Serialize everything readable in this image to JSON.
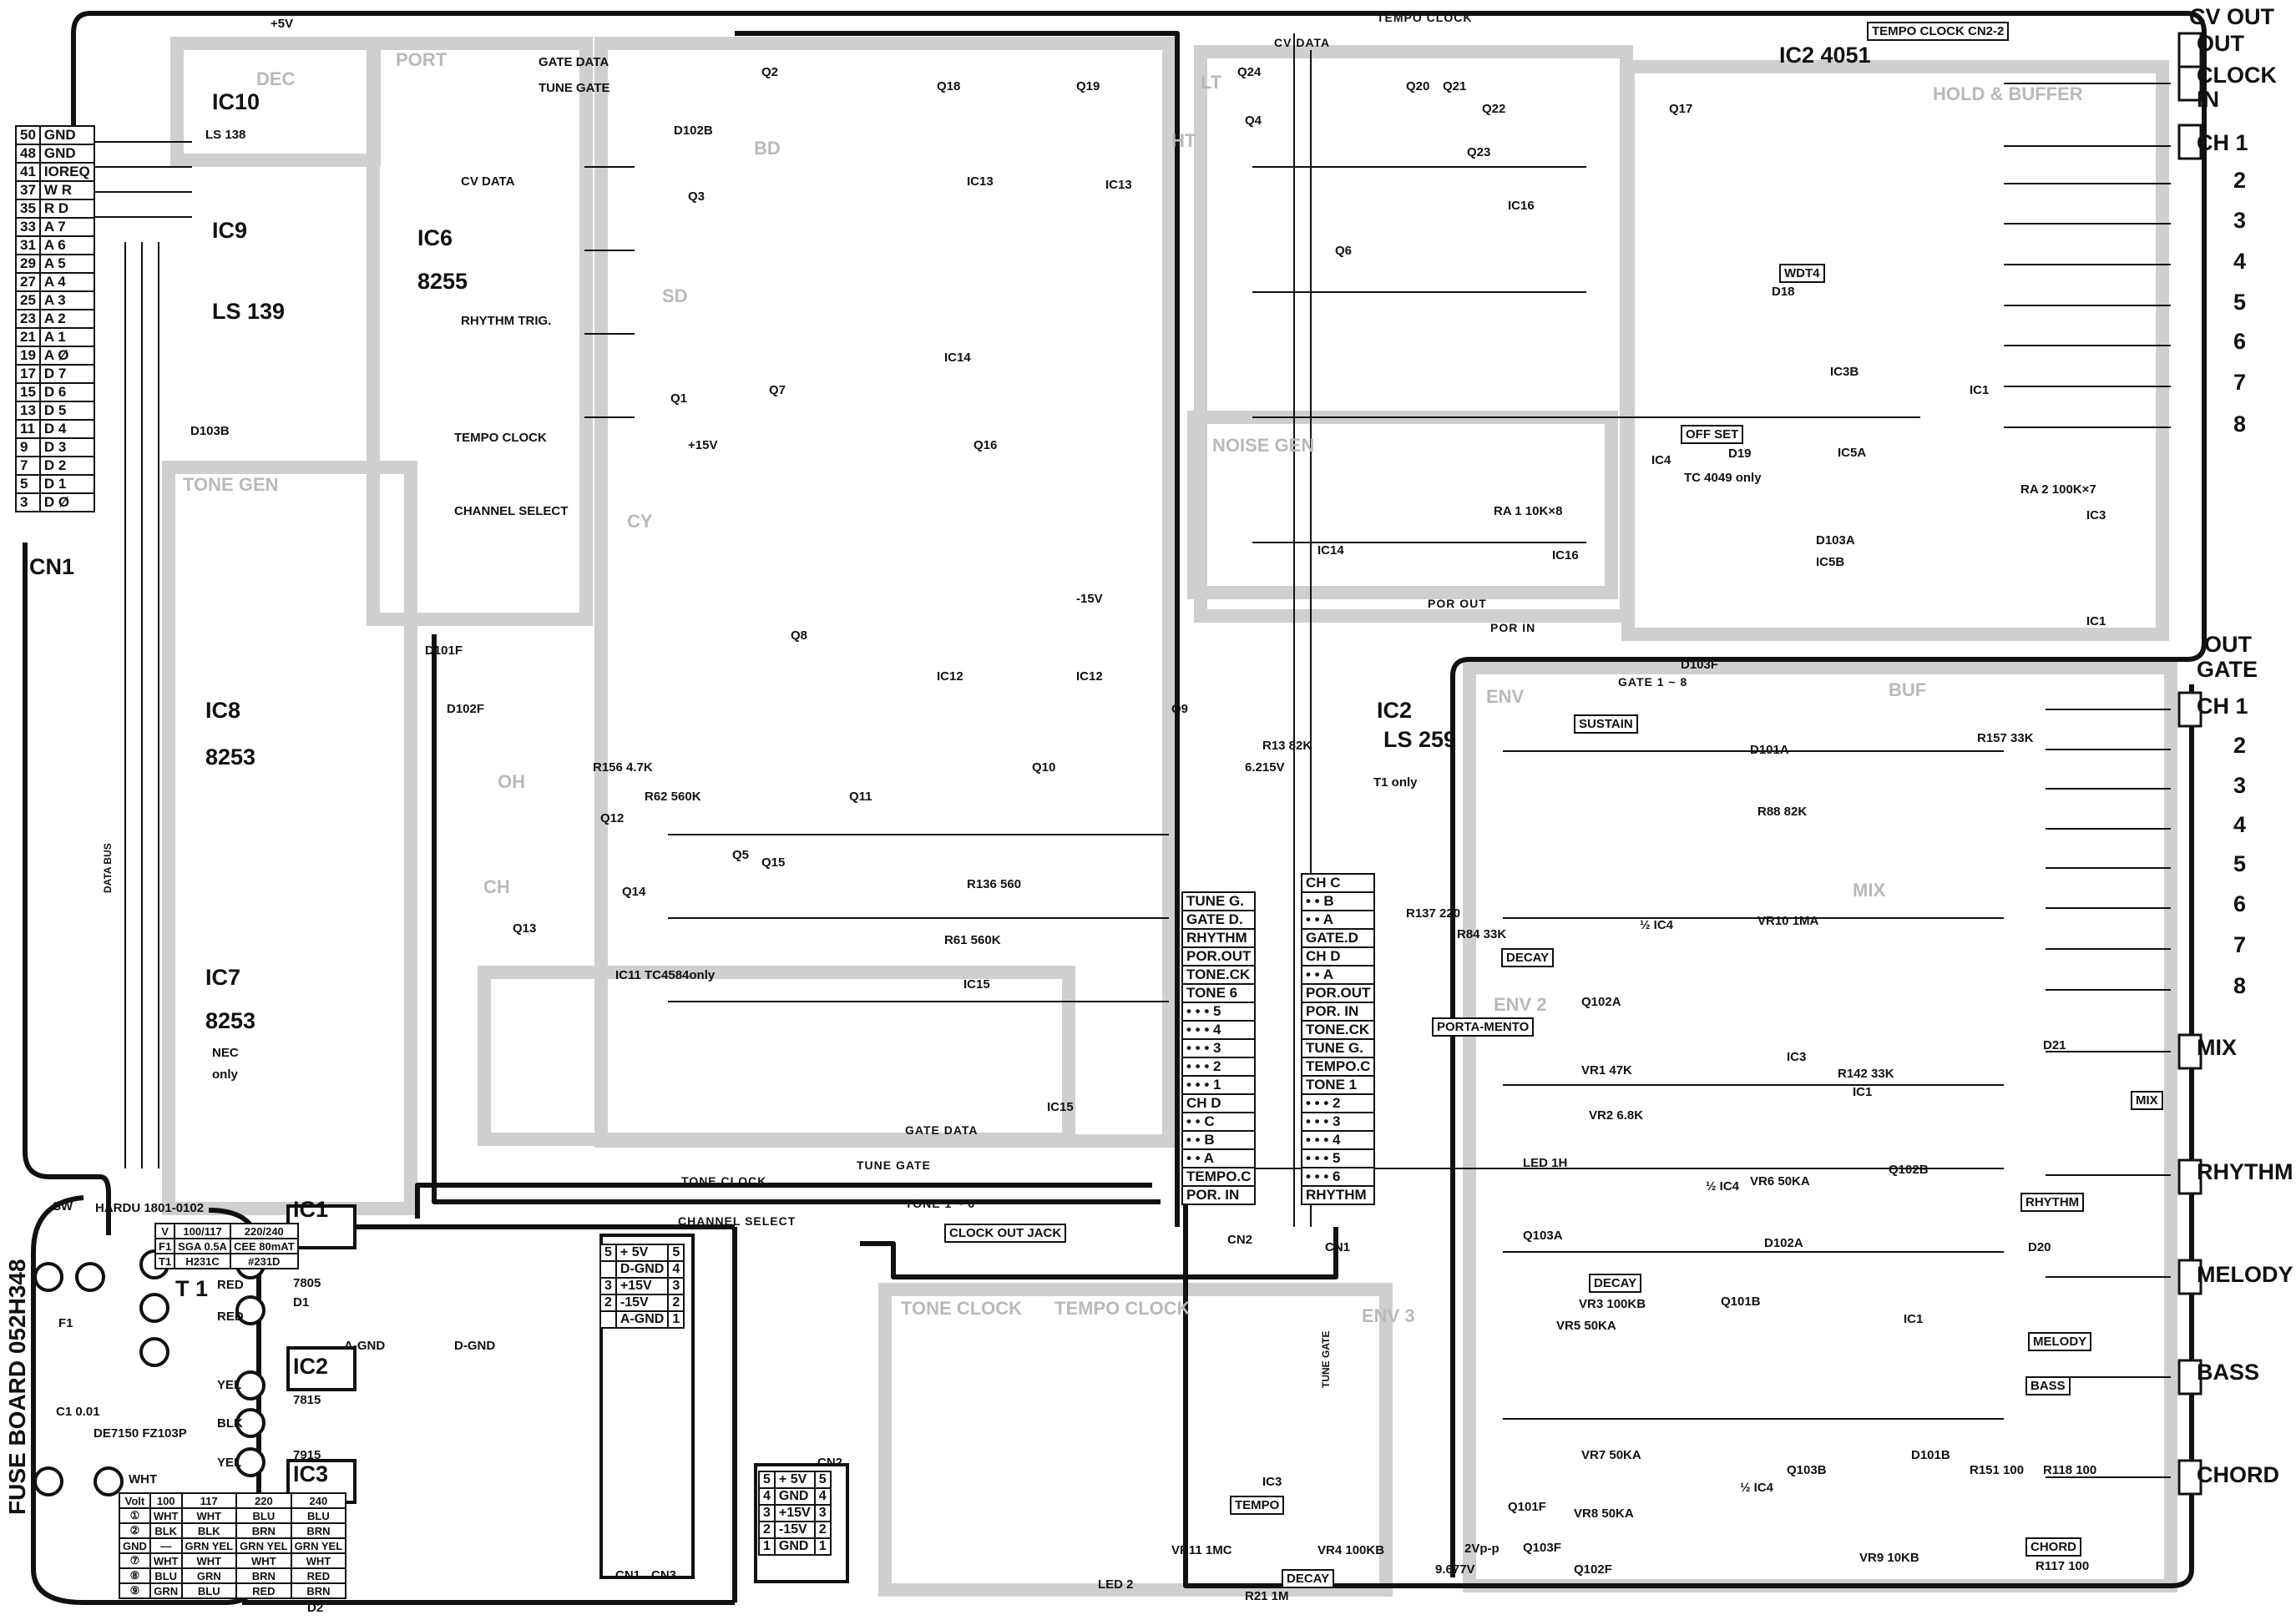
{
  "title": "FUSE BOARD 052H348",
  "cn1_left": {
    "label": "CN1",
    "pins": [
      [
        "50",
        "GND"
      ],
      [
        "48",
        "GND"
      ],
      [
        "41",
        "IOREQ"
      ],
      [
        "37",
        "W R"
      ],
      [
        "35",
        "R D"
      ],
      [
        "33",
        "A 7"
      ],
      [
        "31",
        "A 6"
      ],
      [
        "29",
        "A 5"
      ],
      [
        "27",
        "A 4"
      ],
      [
        "25",
        "A 3"
      ],
      [
        "23",
        "A 2"
      ],
      [
        "21",
        "A 1"
      ],
      [
        "19",
        "A Ø"
      ],
      [
        "17",
        "D 7"
      ],
      [
        "15",
        "D 6"
      ],
      [
        "13",
        "D 5"
      ],
      [
        "11",
        "D 4"
      ],
      [
        "9",
        "D 3"
      ],
      [
        "7",
        "D 2"
      ],
      [
        "5",
        "D 1"
      ],
      [
        "3",
        "D Ø"
      ]
    ]
  },
  "ics": {
    "ic10": "IC10",
    "ic10_type": "LS 138",
    "ic9": "IC9",
    "ls139": "LS 139",
    "ic6": "IC6",
    "ic6_type": "8255",
    "ic8": "IC8",
    "ic8_type": "8253",
    "ic7": "IC7",
    "ic7_type": "8253",
    "ic7_note1": "NEC",
    "ic7_note2": "only",
    "ic13a": "IC13",
    "ic13b": "IC13",
    "ic14a": "IC14",
    "ic14b": "IC14",
    "ic12a": "IC12",
    "ic12b": "IC12",
    "ic15a": "IC15",
    "ic15b": "IC15",
    "ic11": "IC11 TC4584only",
    "ic16a": "IC16",
    "ic16b": "IC16",
    "ic2_4051": "IC2 4051",
    "ic3b": "IC3B",
    "ic5a": "IC5A",
    "ic5b": "IC5B",
    "ic1a": "IC1",
    "ic1b": "IC1",
    "ic3a": "IC3",
    "ic4_4049": "IC4",
    "tc4049": "TC 4049 only",
    "ic2_ls259": "IC2",
    "ls259": "LS 259",
    "t1only": "T1 only",
    "ic4a": "½ IC4",
    "ic4b": "½ IC4",
    "ic4c": "½ IC4",
    "ic3_mix": "IC3",
    "ic1_mix": "IC1",
    "ic1_c": "IC1",
    "ic1_7805": "IC1",
    "r7805": "7805",
    "ic2_7815": "IC2",
    "r7815": "7815",
    "ic3_7915": "IC3",
    "r7915": "7915",
    "ic3_tempo": "IC3"
  },
  "sections": [
    "DEC",
    "PORT",
    "TONE GEN",
    "OH",
    "CH",
    "SD",
    "BD",
    "HT",
    "LT",
    "CY",
    "HOLD & BUFFER",
    "ENV",
    "BUF",
    "MIX",
    "ENV 2",
    "ENV 3",
    "TONE CLOCK",
    "TEMPO CLOCK",
    "NOISE GEN"
  ],
  "signals": {
    "tempo_clock": "TEMPO CLOCK",
    "cv_data": "CV DATA",
    "tempo_clock_cn": "TEMPO CLOCK  CN2-2",
    "gate_1_8": "GATE 1 ~ 8",
    "tone_clock": "TONE CLOCK",
    "channel_select": "CHANNEL SELECT",
    "tune_gate": "TUNE GATE",
    "tone_1_6": "TONE 1 ~ 6",
    "gate_data": "GATE DATA",
    "por_out": "POR OUT",
    "por_in": "POR IN",
    "data_bus": "DATA BUS",
    "tune_gate_v": "TUNE GATE",
    "clock_out_jack": "CLOCK OUT JACK",
    "cv_data_port": "CV DATA",
    "rhythm_trig": "RHYTHM TRIG.",
    "tempo_clock_port": "TEMPO CLOCK",
    "channel_select_port": "CHANNEL SELECT",
    "gate_data_top": "GATE DATA",
    "tune_gate_top": "TUNE GATE"
  },
  "boxed": [
    "SUSTAIN",
    "DECAY",
    "DECAY",
    "PORTA-MENTO",
    "DECAY",
    "TEMPO",
    "MIX",
    "RHYTHM",
    "MELODY",
    "BASS",
    "CHORD",
    "OFF SET",
    "WDT4"
  ],
  "outputs": {
    "clock_out": "OUT",
    "clock_label": "CLOCK",
    "clock_in": "IN",
    "cv_out": "CV OUT",
    "cv_channels": [
      "CH 1",
      "2",
      "3",
      "4",
      "5",
      "6",
      "7",
      "8"
    ],
    "gate_out": "GATE",
    "gate_out2": "OUT",
    "gate_channels": [
      "CH 1",
      "2",
      "3",
      "4",
      "5",
      "6",
      "7",
      "8"
    ],
    "audio": [
      "MIX",
      "RHYTHM",
      "MELODY",
      "BASS",
      "CHORD"
    ]
  },
  "cn2": {
    "label": "CN2",
    "rows": [
      "TUNE G.",
      "GATE D.",
      "RHYTHM",
      "POR.OUT",
      "TONE.CK",
      "TONE 6",
      "• • • 5",
      "• • • 4",
      "• • • 3",
      "• • • 2",
      "• • • 1",
      "CH  D",
      "• • C",
      "• • B",
      "• • A",
      "TEMPO.C",
      "POR. IN"
    ]
  },
  "cn1_mid": {
    "label": "CN1",
    "rows": [
      "CH   C",
      "• •  B",
      "• •  A",
      "GATE.D",
      "CH   D",
      "• •  A",
      "POR.OUT",
      "POR.  IN",
      "TONE.CK",
      "TUNE G.",
      "TEMPO.C",
      "TONE  1",
      "• • • 2",
      "• • • 3",
      "• • • 4",
      "• • • 5",
      "• • • 6",
      "RHYTHM"
    ]
  },
  "power": {
    "cn1_cn3": [
      [
        "5",
        "+ 5V",
        "5"
      ],
      [
        "",
        "D-GND",
        "4"
      ],
      [
        "3",
        "+15V",
        "3"
      ],
      [
        "2",
        "-15V",
        "2"
      ],
      [
        "",
        "A-GND",
        "1"
      ]
    ],
    "cn1_label": "CN1",
    "cn3_label": "CN3",
    "cn2": [
      [
        "5",
        "+ 5V",
        "5"
      ],
      [
        "4",
        "GND",
        "4"
      ],
      [
        "3",
        "+15V",
        "3"
      ],
      [
        "2",
        "-15V",
        "2"
      ],
      [
        "1",
        "GND",
        "1"
      ]
    ],
    "cn2_label": "CN2",
    "d1": "D1",
    "d2": "D2",
    "t1": "T 1",
    "f1": "F1",
    "sw": "SW",
    "harness": "HARDU 1801-0102",
    "c1": "C1 0.01",
    "c1_part": "DE7150 FZ103P",
    "wire_colors": [
      "RED",
      "RED",
      "YEL",
      "BLK",
      "YEL",
      "WHT"
    ],
    "led2": "LED 2",
    "vr11": "VR11 1MC",
    "vr4": "VR4 100KB",
    "agnd": "A-GND",
    "dgnd": "D-GND"
  },
  "fuse_spec": [
    [
      "V",
      "100/117",
      "220/240"
    ],
    [
      "F1",
      "SGA 0.5A",
      "CEE 80mAT"
    ],
    [
      "T1",
      "H231C",
      "#231D"
    ]
  ],
  "volt_table": [
    [
      "Volt",
      "100",
      "117",
      "220",
      "240"
    ],
    [
      "①",
      "WHT",
      "WHT",
      "BLU",
      "BLU"
    ],
    [
      "②",
      "BLK",
      "BLK",
      "BRN",
      "BRN"
    ],
    [
      "GND",
      "—",
      "GRN YEL",
      "GRN YEL",
      "GRN YEL"
    ],
    [
      "⑦",
      "WHT",
      "WHT",
      "WHT",
      "WHT"
    ],
    [
      "⑧",
      "BLU",
      "GRN",
      "BRN",
      "RED"
    ],
    [
      "⑨",
      "GRN",
      "BLU",
      "RED",
      "BRN"
    ]
  ],
  "components": [
    "Q2",
    "Q3",
    "Q6",
    "Q7",
    "Q8",
    "Q9",
    "Q10",
    "Q11",
    "Q12",
    "Q13",
    "Q14",
    "Q5",
    "Q15",
    "Q16",
    "Q17",
    "Q18",
    "Q19",
    "Q20",
    "Q21",
    "Q22",
    "Q23",
    "Q24",
    "Q4",
    "Q1",
    "R156 4.7K",
    "R62 560K",
    "R61 560K",
    "R136 560",
    "R137 220",
    "D19",
    "D18",
    "R84 33K",
    "R142 33K",
    "R151 100",
    "R118 100",
    "R117 100",
    "D20",
    "D21",
    "R157 33K",
    "R88 82K",
    "VR10 1MA",
    "VR1 47K",
    "VR2 6.8K",
    "VR3 100KB",
    "VR5 50KA",
    "VR6 50KA",
    "VR7 50KA",
    "VR8 50KA",
    "VR9 10KB",
    "LED 1H",
    "Q102A",
    "Q103A",
    "Q101B",
    "Q102B",
    "Q103B",
    "Q101F",
    "Q102F",
    "Q103F",
    "D101A",
    "D102A",
    "D101B",
    "D102B",
    "D103B",
    "D101F",
    "D102F",
    "D103F",
    "D103A",
    "RA 2 100K×7",
    "RA 1 10K×8",
    "R21 1M",
    "R13 82K",
    "6.215V",
    "9.677V",
    "2Vp-p",
    "+5V",
    "+15V",
    "-15V"
  ],
  "colors": {
    "ink": "#111111",
    "section_shade": "#c8c8c8"
  }
}
